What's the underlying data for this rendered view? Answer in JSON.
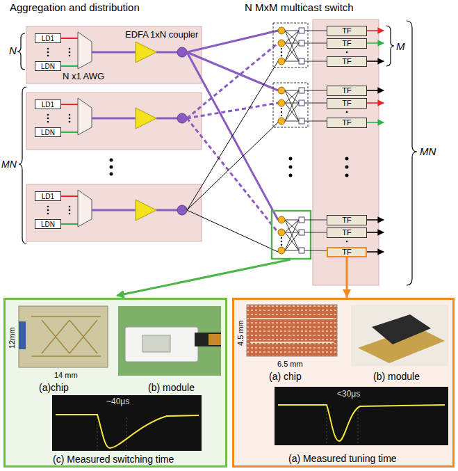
{
  "diagram": {
    "nodes": [
      {
        "text": [
          "LD1"
        ]
      },
      {
        "text": [
          "LDN"
        ]
      },
      {
        "text": [
          "LD1"
        ]
      },
      {
        "text": [
          "LDN"
        ]
      },
      {
        "text": [
          "LD1"
        ]
      },
      {
        "text": [
          "LDN"
        ]
      },
      {
        "text": [
          "TF"
        ]
      },
      {
        "text": [
          "TF"
        ]
      },
      {
        "text": [
          "TF"
        ]
      },
      {
        "text": [
          "TF"
        ]
      },
      {
        "text": [
          "TF"
        ]
      },
      {
        "text": [
          "TF"
        ]
      },
      {
        "text": [
          "TF"
        ]
      },
      {
        "text": [
          "TF"
        ]
      },
      {
        "text": [
          "TF"
        ]
      },
      {
        "text": [
          "12mm",
          "14 mm",
          "(a)chip",
          "(b) module",
          "~40μs",
          "(c) Measured switching time"
        ]
      },
      {
        "text": [
          "4.5 mm",
          "6.5 mm",
          "(a) chip",
          "(b) module",
          "<30μs",
          "(a) Measured tuning time"
        ]
      }
    ],
    "edges": [
      {
        "from": 14,
        "to": 16,
        "arrow": "to"
      }
    ],
    "labels": [
      "Aggregation and distribution",
      "N MxM multicast switch",
      "N",
      "MN",
      "N x1 AWG",
      "EDFA",
      "1xN coupler",
      "M",
      "MN"
    ]
  }
}
